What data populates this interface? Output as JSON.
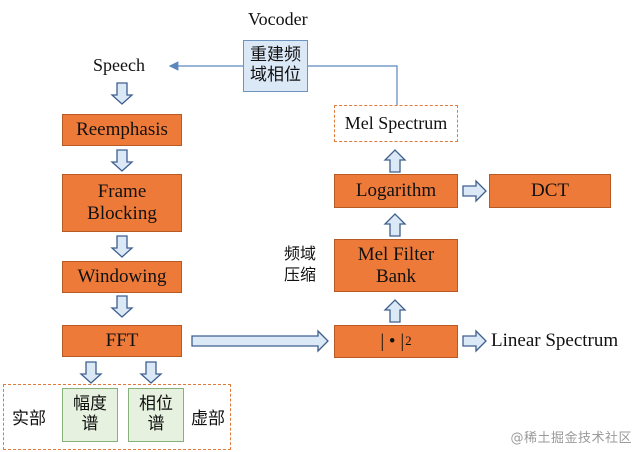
{
  "labels": {
    "vocoder": "Vocoder",
    "speech": "Speech",
    "freq_compress": "频域\n压缩",
    "linear_spectrum": "Linear Spectrum",
    "real_part": "实部",
    "imag_part": "虚部"
  },
  "boxes": {
    "reconstruct": "重建频\n域相位",
    "mel_spectrum": "Mel Spectrum",
    "logarithm": "Logarithm",
    "dct": "DCT",
    "mel_filter_bank": "Mel Filter\nBank",
    "power": "| • |",
    "power_exp": "2",
    "reemphasis": "Reemphasis",
    "frame_blocking": "Frame\nBlocking",
    "windowing": "Windowing",
    "fft": "FFT",
    "magnitude_spectrum": "幅度\n谱",
    "phase_spectrum": "相位\n谱"
  },
  "watermark": "@稀土掘金技术社区"
}
